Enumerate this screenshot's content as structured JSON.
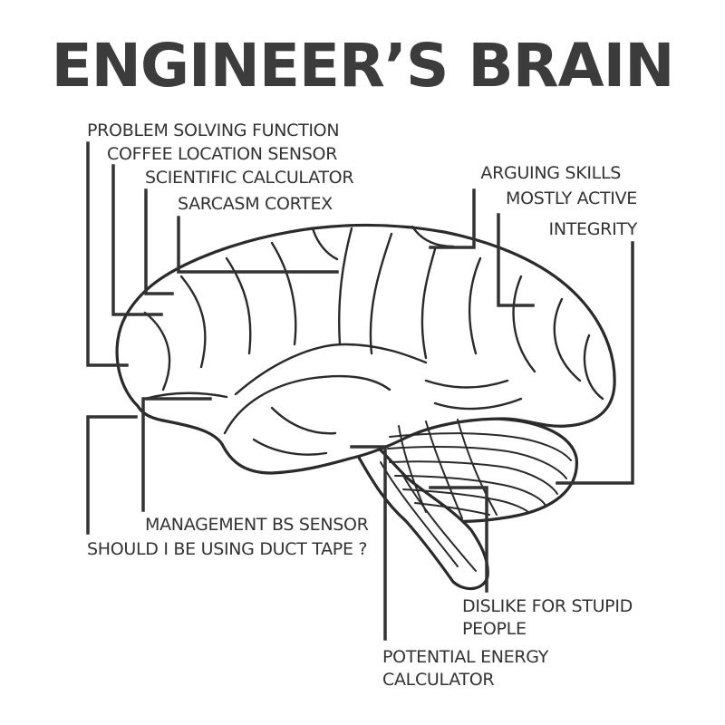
{
  "title": "ENGINEER’S BRAIN",
  "labels": {
    "problem_solving": "PROBLEM SOLVING FUNCTION",
    "coffee_sensor": "COFFEE LOCATION SENSOR",
    "calculator": "SCIENTIFIC CALCULATOR",
    "sarcasm": "SARCASM CORTEX",
    "arguing": "ARGUING SKILLS",
    "mostly_active": "MOSTLY ACTIVE",
    "integrity": "INTEGRITY",
    "management": "MANAGEMENT BS SENSOR",
    "duct_tape": "SHOULD I BE USING DUCT TAPE ?",
    "dislike_1": "DISLIKE FOR STUPID",
    "dislike_2": "PEOPLE",
    "energy_1": "POTENTIAL ENERGY",
    "energy_2": "CALCULATOR"
  },
  "colors": {
    "ink": "#333333",
    "title": "#3c3c3c",
    "background": "#ffffff"
  }
}
